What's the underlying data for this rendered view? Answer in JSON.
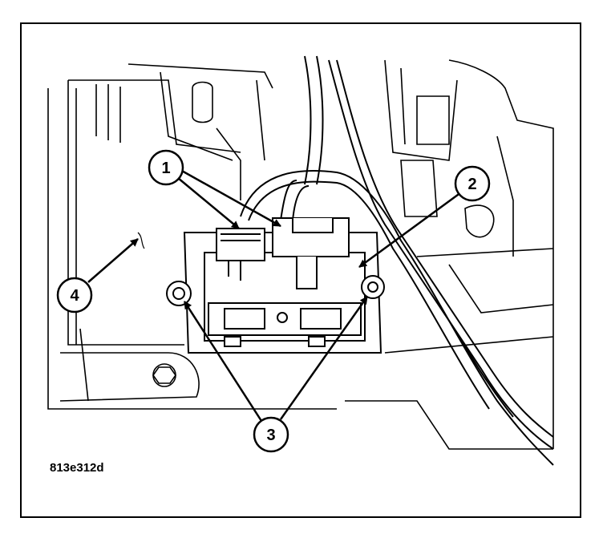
{
  "figure": {
    "code": "813e312d",
    "callouts": [
      "1",
      "2",
      "3",
      "4"
    ],
    "colors": {
      "line": "#000000",
      "background": "#ffffff"
    }
  }
}
